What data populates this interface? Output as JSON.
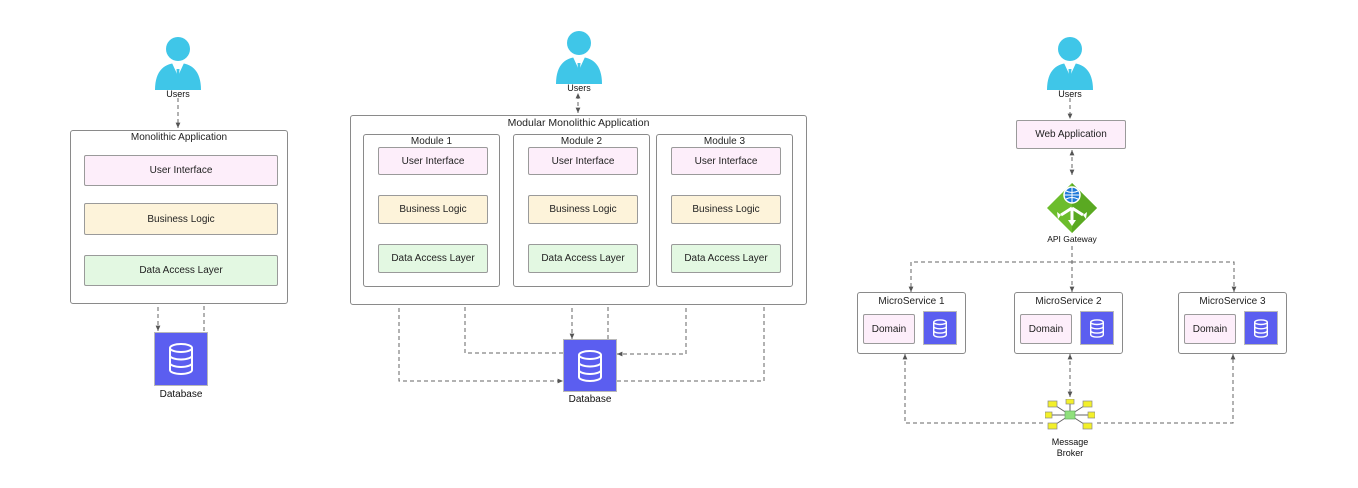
{
  "monolith": {
    "users_label": "Users",
    "app_title": "Monolithic Application",
    "user_interface": "User Interface",
    "business_logic": "Business Logic",
    "data_access_layer": "Data Access Layer",
    "database_label": "Database"
  },
  "modular": {
    "users_label": "Users",
    "app_title": "Modular Monolithic Application",
    "modules": [
      {
        "title": "Module 1",
        "user_interface": "User Interface",
        "business_logic": "Business Logic",
        "data_access_layer": "Data Access Layer"
      },
      {
        "title": "Module 2",
        "user_interface": "User Interface",
        "business_logic": "Business Logic",
        "data_access_layer": "Data Access Layer"
      },
      {
        "title": "Module 3",
        "user_interface": "User Interface",
        "business_logic": "Business Logic",
        "data_access_layer": "Data Access Layer"
      }
    ],
    "database_label": "Database"
  },
  "microservices": {
    "users_label": "Users",
    "web_application": "Web Application",
    "api_gateway": "API Gateway",
    "services": [
      {
        "title": "MicroService 1",
        "domain": "Domain"
      },
      {
        "title": "MicroService 2",
        "domain": "Domain"
      },
      {
        "title": "MicroService 3",
        "domain": "Domain"
      }
    ],
    "message_broker_line1": "Message",
    "message_broker_line2": "Broker"
  },
  "colors": {
    "user_icon": "#3fc6e8",
    "database": "#5b5ef0",
    "ui_layer": "#fdeefa",
    "business_layer": "#fdf3da",
    "data_access_layer": "#e3f8e2",
    "api_gateway": "#6cbd2c",
    "broker_nodes": "#f3f02a",
    "broker_center": "#8fe07c",
    "connector": "#555555"
  }
}
